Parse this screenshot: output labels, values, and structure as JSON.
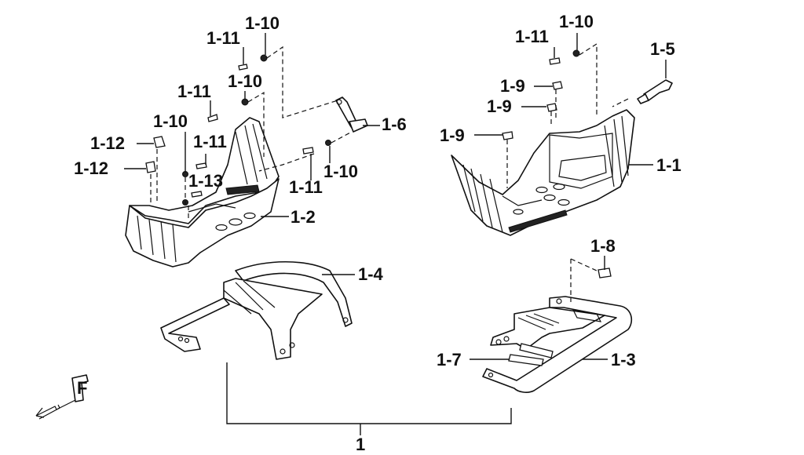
{
  "diagram": {
    "assembly_label": "1",
    "labels": {
      "p1_1": "1-1",
      "p1_2": "1-2",
      "p1_3": "1-3",
      "p1_4": "1-4",
      "p1_5": "1-5",
      "p1_6": "1-6",
      "p1_7": "1-7",
      "p1_8": "1-8",
      "p1_9a": "1-9",
      "p1_9b": "1-9",
      "p1_9c": "1-9",
      "p1_10a": "1-10",
      "p1_10b": "1-10",
      "p1_10c": "1-10",
      "p1_10d": "1-10",
      "p1_10e": "1-10",
      "p1_11a": "1-11",
      "p1_11b": "1-11",
      "p1_11c": "1-11",
      "p1_11d": "1-11",
      "p1_11e": "1-11",
      "p1_12a": "1-12",
      "p1_12b": "1-12",
      "p1_13": "1-13"
    },
    "front_indicator": "F"
  }
}
